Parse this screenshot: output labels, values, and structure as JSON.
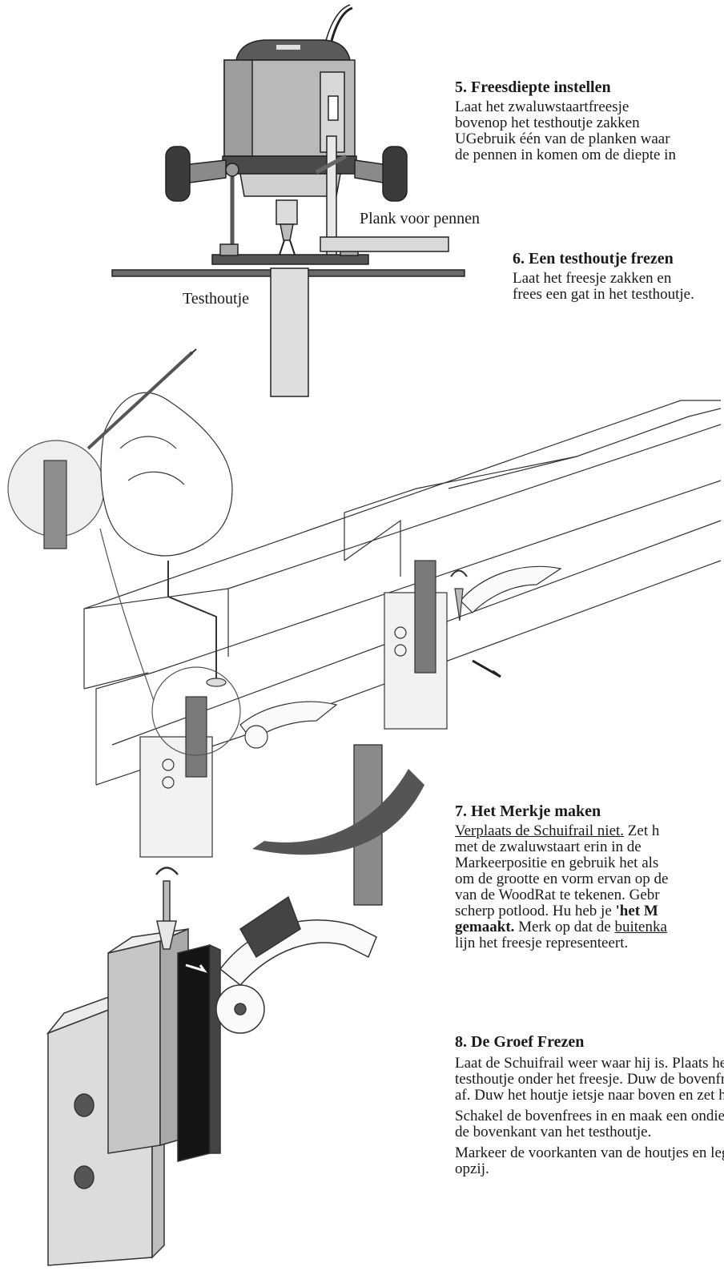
{
  "sections": [
    {
      "title": "5.  Freesdiepte instellen",
      "lines": [
        "Laat het zwaluwstaartfreesje",
        "bovenop het testhoutje zakken",
        "UGebruik één van de planken waar",
        "de pennen in komen om de diepte in"
      ]
    },
    {
      "title": "6.  Een testhoutje frezen",
      "lines": [
        "Laat het freesje zakken en",
        "frees een gat in het testhoutje."
      ]
    },
    {
      "title": "7. Het Merkje maken",
      "line1_underlined": "Verplaats de Schuifrail niet.",
      "line1_rest": " Zet h",
      "line2": "met de zwaluwstaart erin in de",
      "line3": "Markeerpositie en gebruik het als",
      "line4": "om de grootte en vorm ervan op de",
      "line5": "van de WoodRat te tekenen. Gebr",
      "line6": "scherp potlood. Hu heb je ",
      "line6_bold": "'het M",
      "line7_start": "gemaakt.",
      "line7_mid": " Merk op dat de ",
      "line7_underlined": "buitenka",
      "line8": "lijn het freesje representeert."
    },
    {
      "title": "8.  De Groef Frezen",
      "para1": [
        "Laat de Schuifrail weer waar hij is. Plaats het d",
        "testhoutje onder het freesje.  Duw de bovenfree",
        "af. Duw het houtje ietsje naar boven en zet het"
      ],
      "para2": [
        "Schakel de bovenfrees in en maak een ondiepe",
        "de bovenkant van het testhoutje."
      ],
      "para3": [
        "Markeer de voorkanten van de houtjes en leg z",
        "opzij."
      ]
    }
  ],
  "labels": {
    "plank": "Plank voor pennen",
    "testhout": "Testhoutje"
  }
}
